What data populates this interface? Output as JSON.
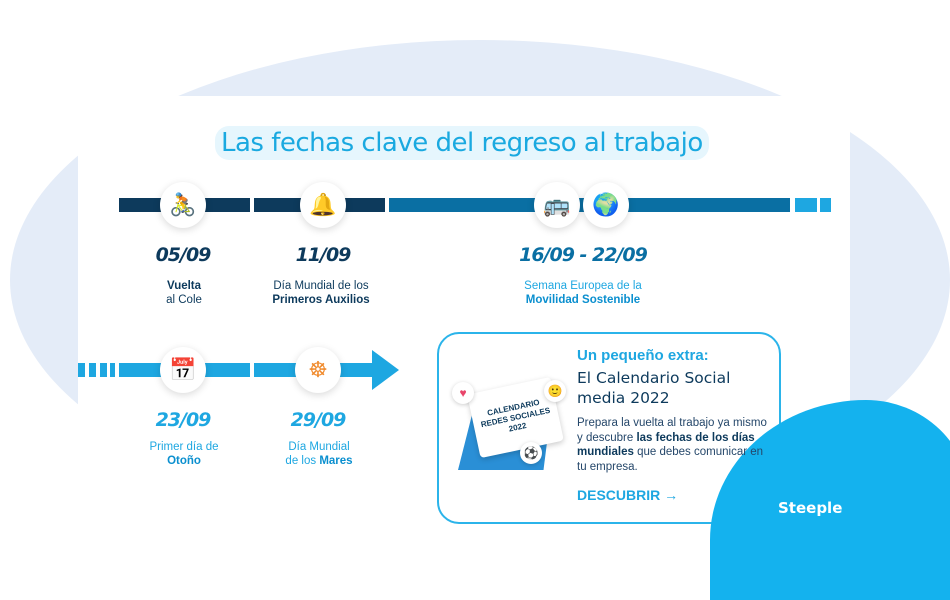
{
  "title": "Las fechas clave del regreso al trabajo",
  "colors": {
    "navy": "#0d3a5c",
    "mid": "#0a6fa3",
    "light": "#1ea7e1"
  },
  "events": [
    {
      "date": "05/09",
      "line1": "Vuelta",
      "line2": "al Cole",
      "icon": "bicycle-icon"
    },
    {
      "date": "11/09",
      "line1": "Día Mundial de los",
      "line2": "Primeros Auxilios",
      "icon": "bell-icon"
    },
    {
      "date": "16/09 - 22/09",
      "line1": "Semana Europea de la",
      "line2": "Movilidad Sostenible",
      "icons": [
        "bus-icon",
        "globe-icon"
      ]
    },
    {
      "date": "23/09",
      "line1": "Primer día de",
      "line2": "Otoño",
      "icon": "calendar-icon"
    },
    {
      "date": "29/09",
      "line1": "Día Mundial",
      "line2_pre": "de los ",
      "line2": "Mares",
      "icon": "ship-wheel-icon"
    }
  ],
  "promo": {
    "kicker": "Un pequeño extra:",
    "heading": "El Calendario Social media 2022",
    "body_pre": "Prepara la vuelta al trabajo ya mismo y descubre ",
    "body_bold": "las fechas de los días mundiales",
    "body_post": " que debes comunicar en tu empresa.",
    "cta": "DESCUBRIR →",
    "calendar_text": "CALENDARIO REDES SOCIALES 2022"
  },
  "brand": "Steeple"
}
